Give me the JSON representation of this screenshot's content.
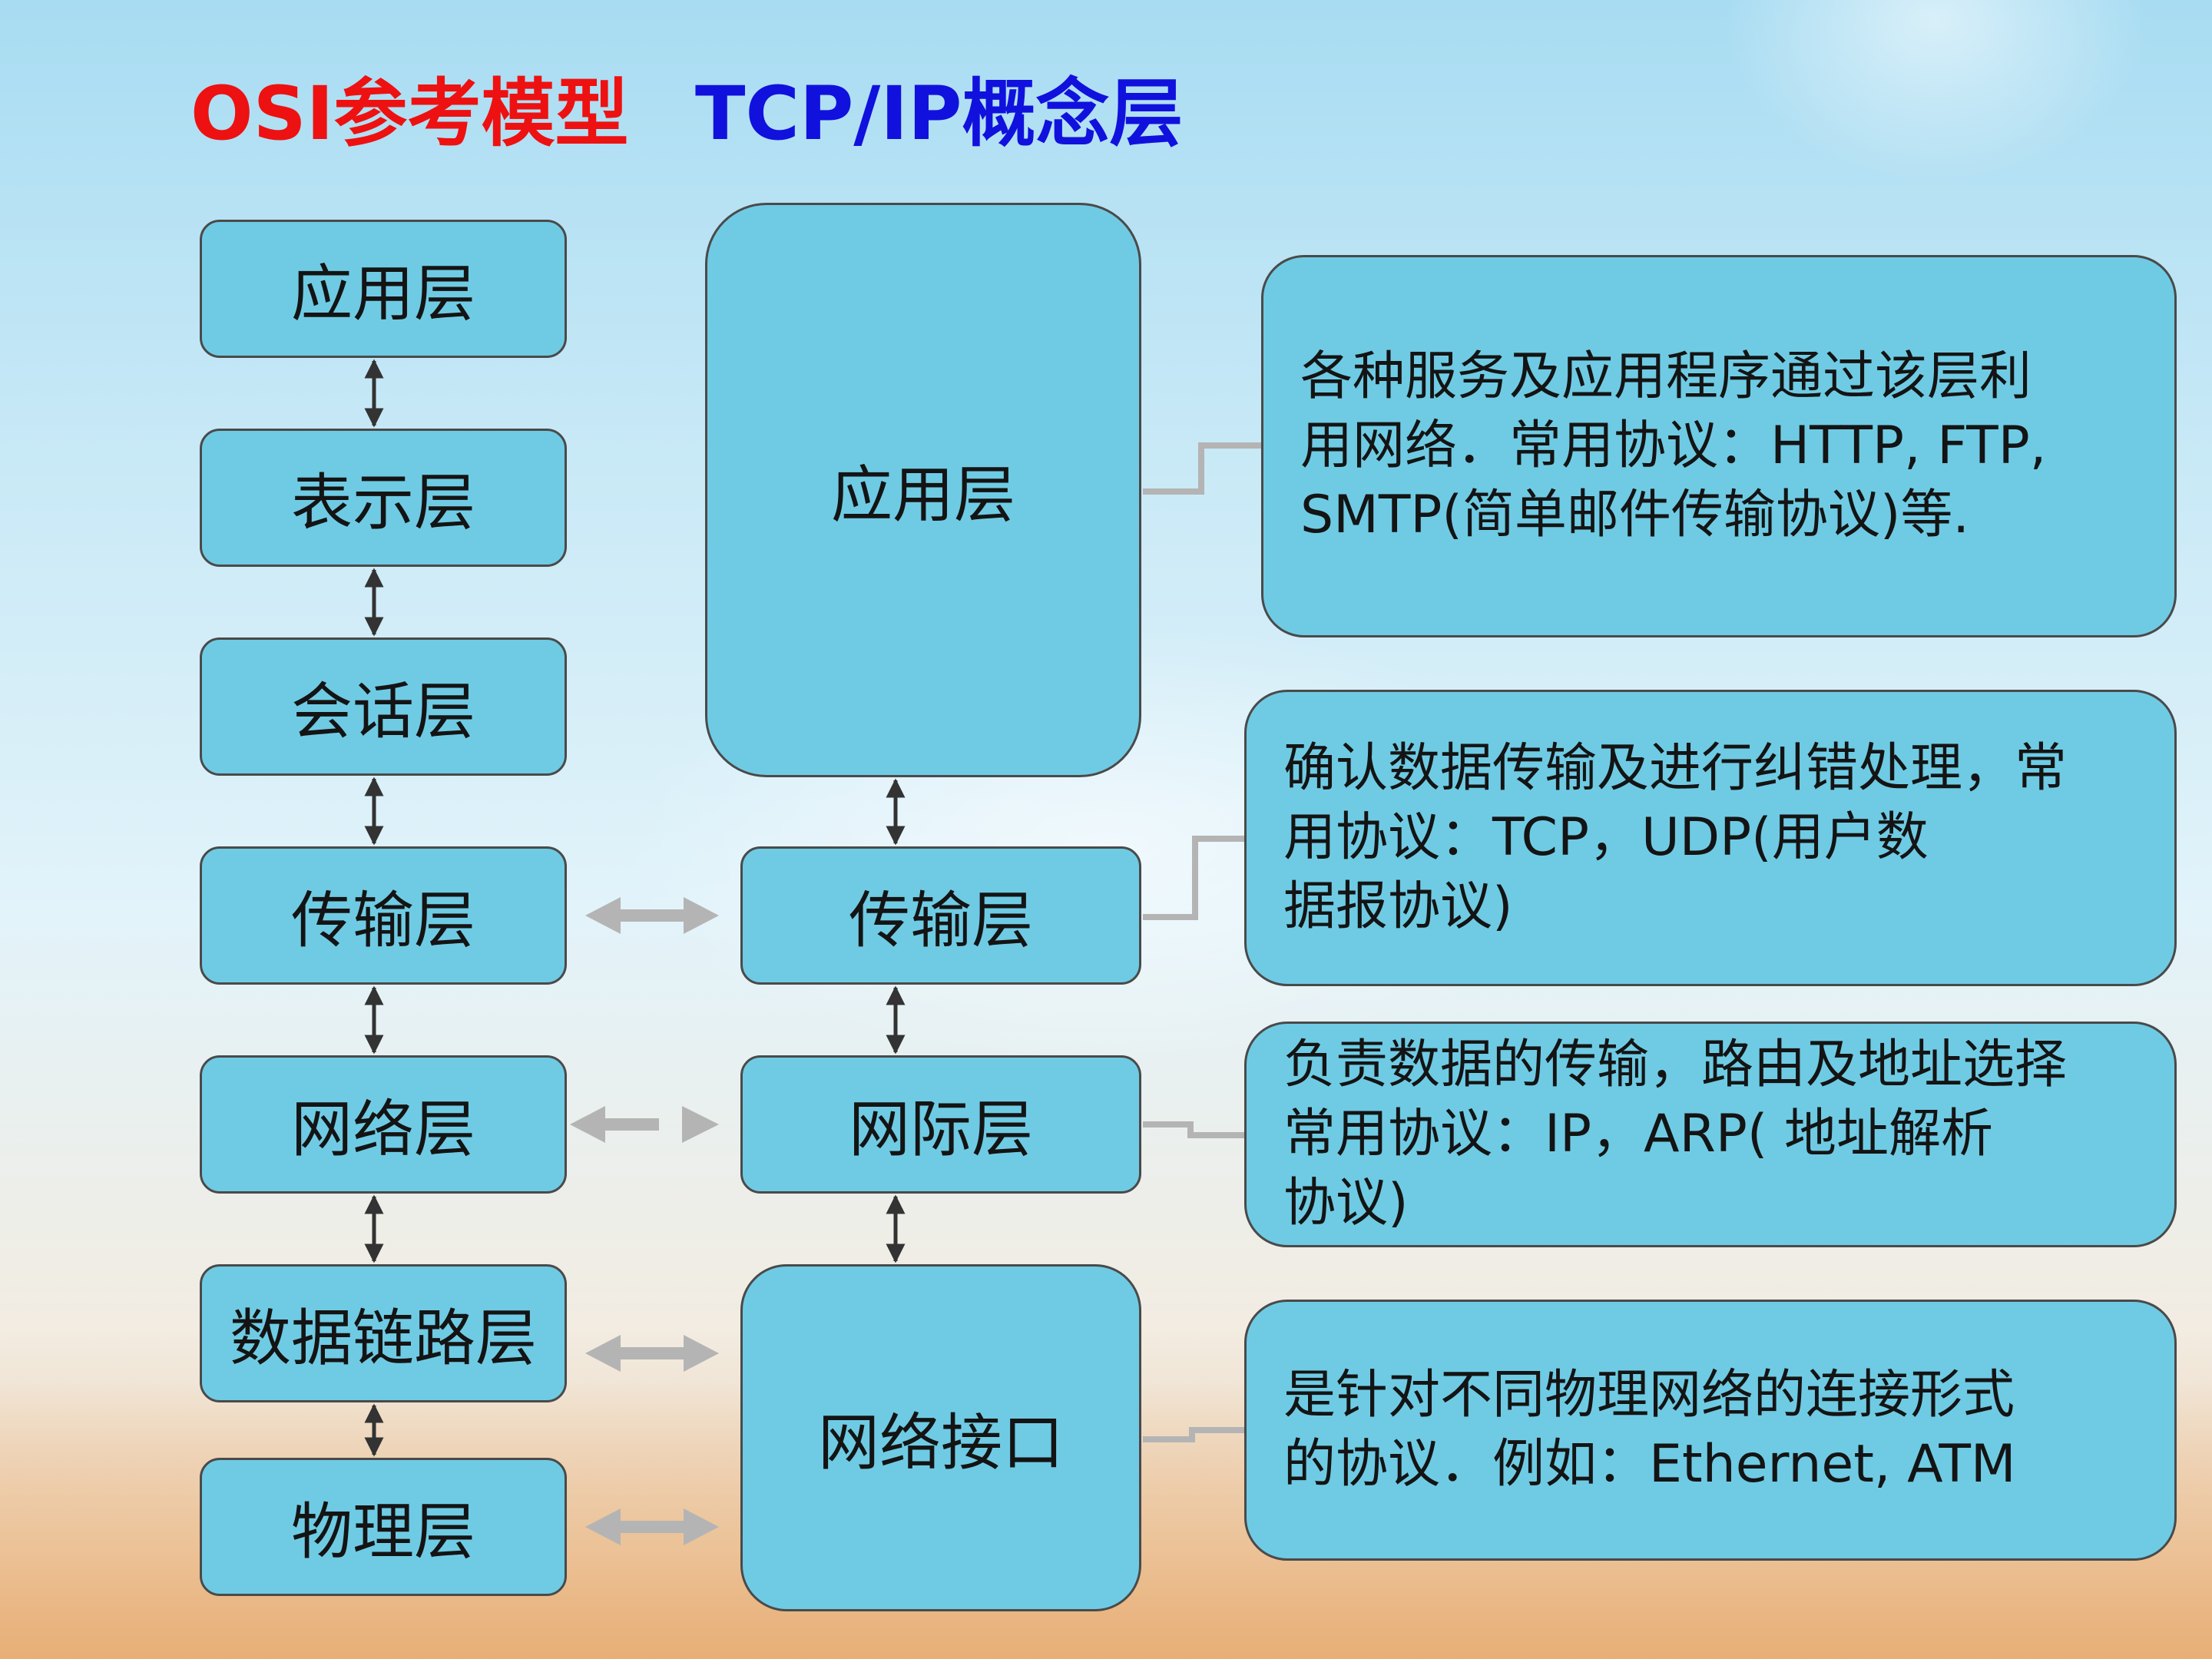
{
  "titles": {
    "osi": "OSI参考模型",
    "tcpip": "TCP/IP概念层"
  },
  "osi_layers": [
    "应用层",
    "表示层",
    "会话层",
    "传输层",
    "网络层",
    "数据链路层",
    "物理层"
  ],
  "tcpip_layers": [
    "应用层",
    "传输层",
    "网际层",
    "网络接口"
  ],
  "descriptions": [
    "各种服务及应用程序通过该层利\n用网络．常用协议：HTTP, FTP,\nSMTP(简单邮件传输协议)等.",
    "确认数据传输及进行纠错处理，常\n用协议：TCP，UDP(用户数\n据报协议)",
    "负责数据的传输，路由及地址选择\n常用协议：IP，ARP( 地址解析\n协议)",
    "是针对不同物理网络的连接形式\n的协议．例如：Ethernet, ATM"
  ],
  "colors": {
    "box_fill": "#6fcbe4",
    "box_border": "#4a4a4a",
    "arrow_gray": "#b4b4b4",
    "title_osi": "#ee1111",
    "title_tcpip": "#1111dd"
  }
}
